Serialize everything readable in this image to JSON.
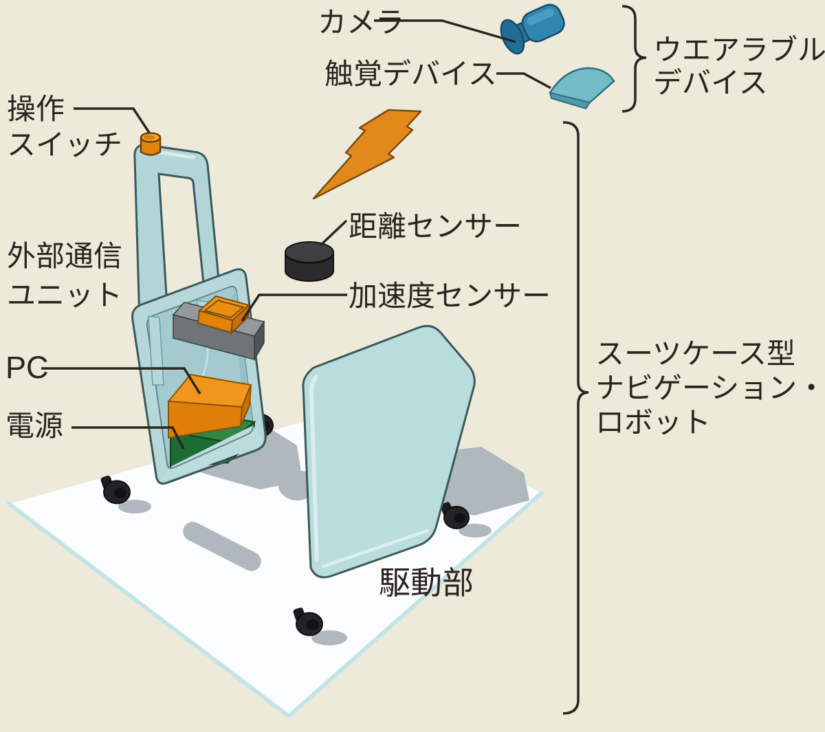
{
  "colors": {
    "background": "#edeada",
    "ink": "#2a241e",
    "robot_teal": "#b7d8da",
    "teal_outline": "#3c585c",
    "orange": "#e5860e",
    "green": "#1e6f33",
    "camera_blue": "#2f86ae",
    "plate_white": "#fbfcfd",
    "shadow_gray": "#aeb8bd",
    "sensor_black": "#2b2b2d"
  },
  "labels": {
    "camera": "カメラ",
    "tactile_device": "触覚デバイス",
    "wearable_device": [
      "ウエアラブル",
      "デバイス"
    ],
    "operation_switch": [
      "操作",
      "スイッチ"
    ],
    "external_comm_unit": [
      "外部通信",
      "ユニット"
    ],
    "pc": "PC",
    "power": "電源",
    "distance_sensor": "距離センサー",
    "acceleration_sensor": "加速度センサー",
    "suitcase_robot": [
      "スーツケース型",
      "ナビゲーション・",
      "ロボット"
    ],
    "drive_unit": "駆動部"
  }
}
